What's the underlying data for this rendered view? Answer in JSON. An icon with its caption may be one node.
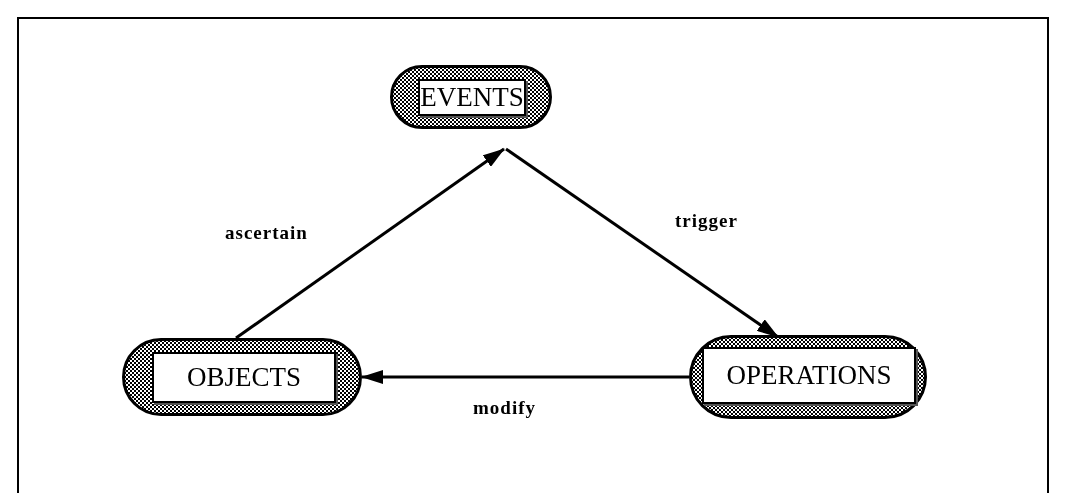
{
  "diagram": {
    "nodes": [
      {
        "text": [
          "EVENTS"
        ]
      },
      {
        "text": [
          "OBJECTS"
        ]
      },
      {
        "text": [
          "OPERATIONS"
        ]
      }
    ],
    "edges": [
      {
        "from": 1,
        "to": 0,
        "arrow": "to",
        "label": "ascertain"
      },
      {
        "from": 0,
        "to": 2,
        "arrow": "to",
        "label": "trigger"
      },
      {
        "from": 2,
        "to": 1,
        "arrow": "to",
        "label": "modify"
      }
    ]
  }
}
